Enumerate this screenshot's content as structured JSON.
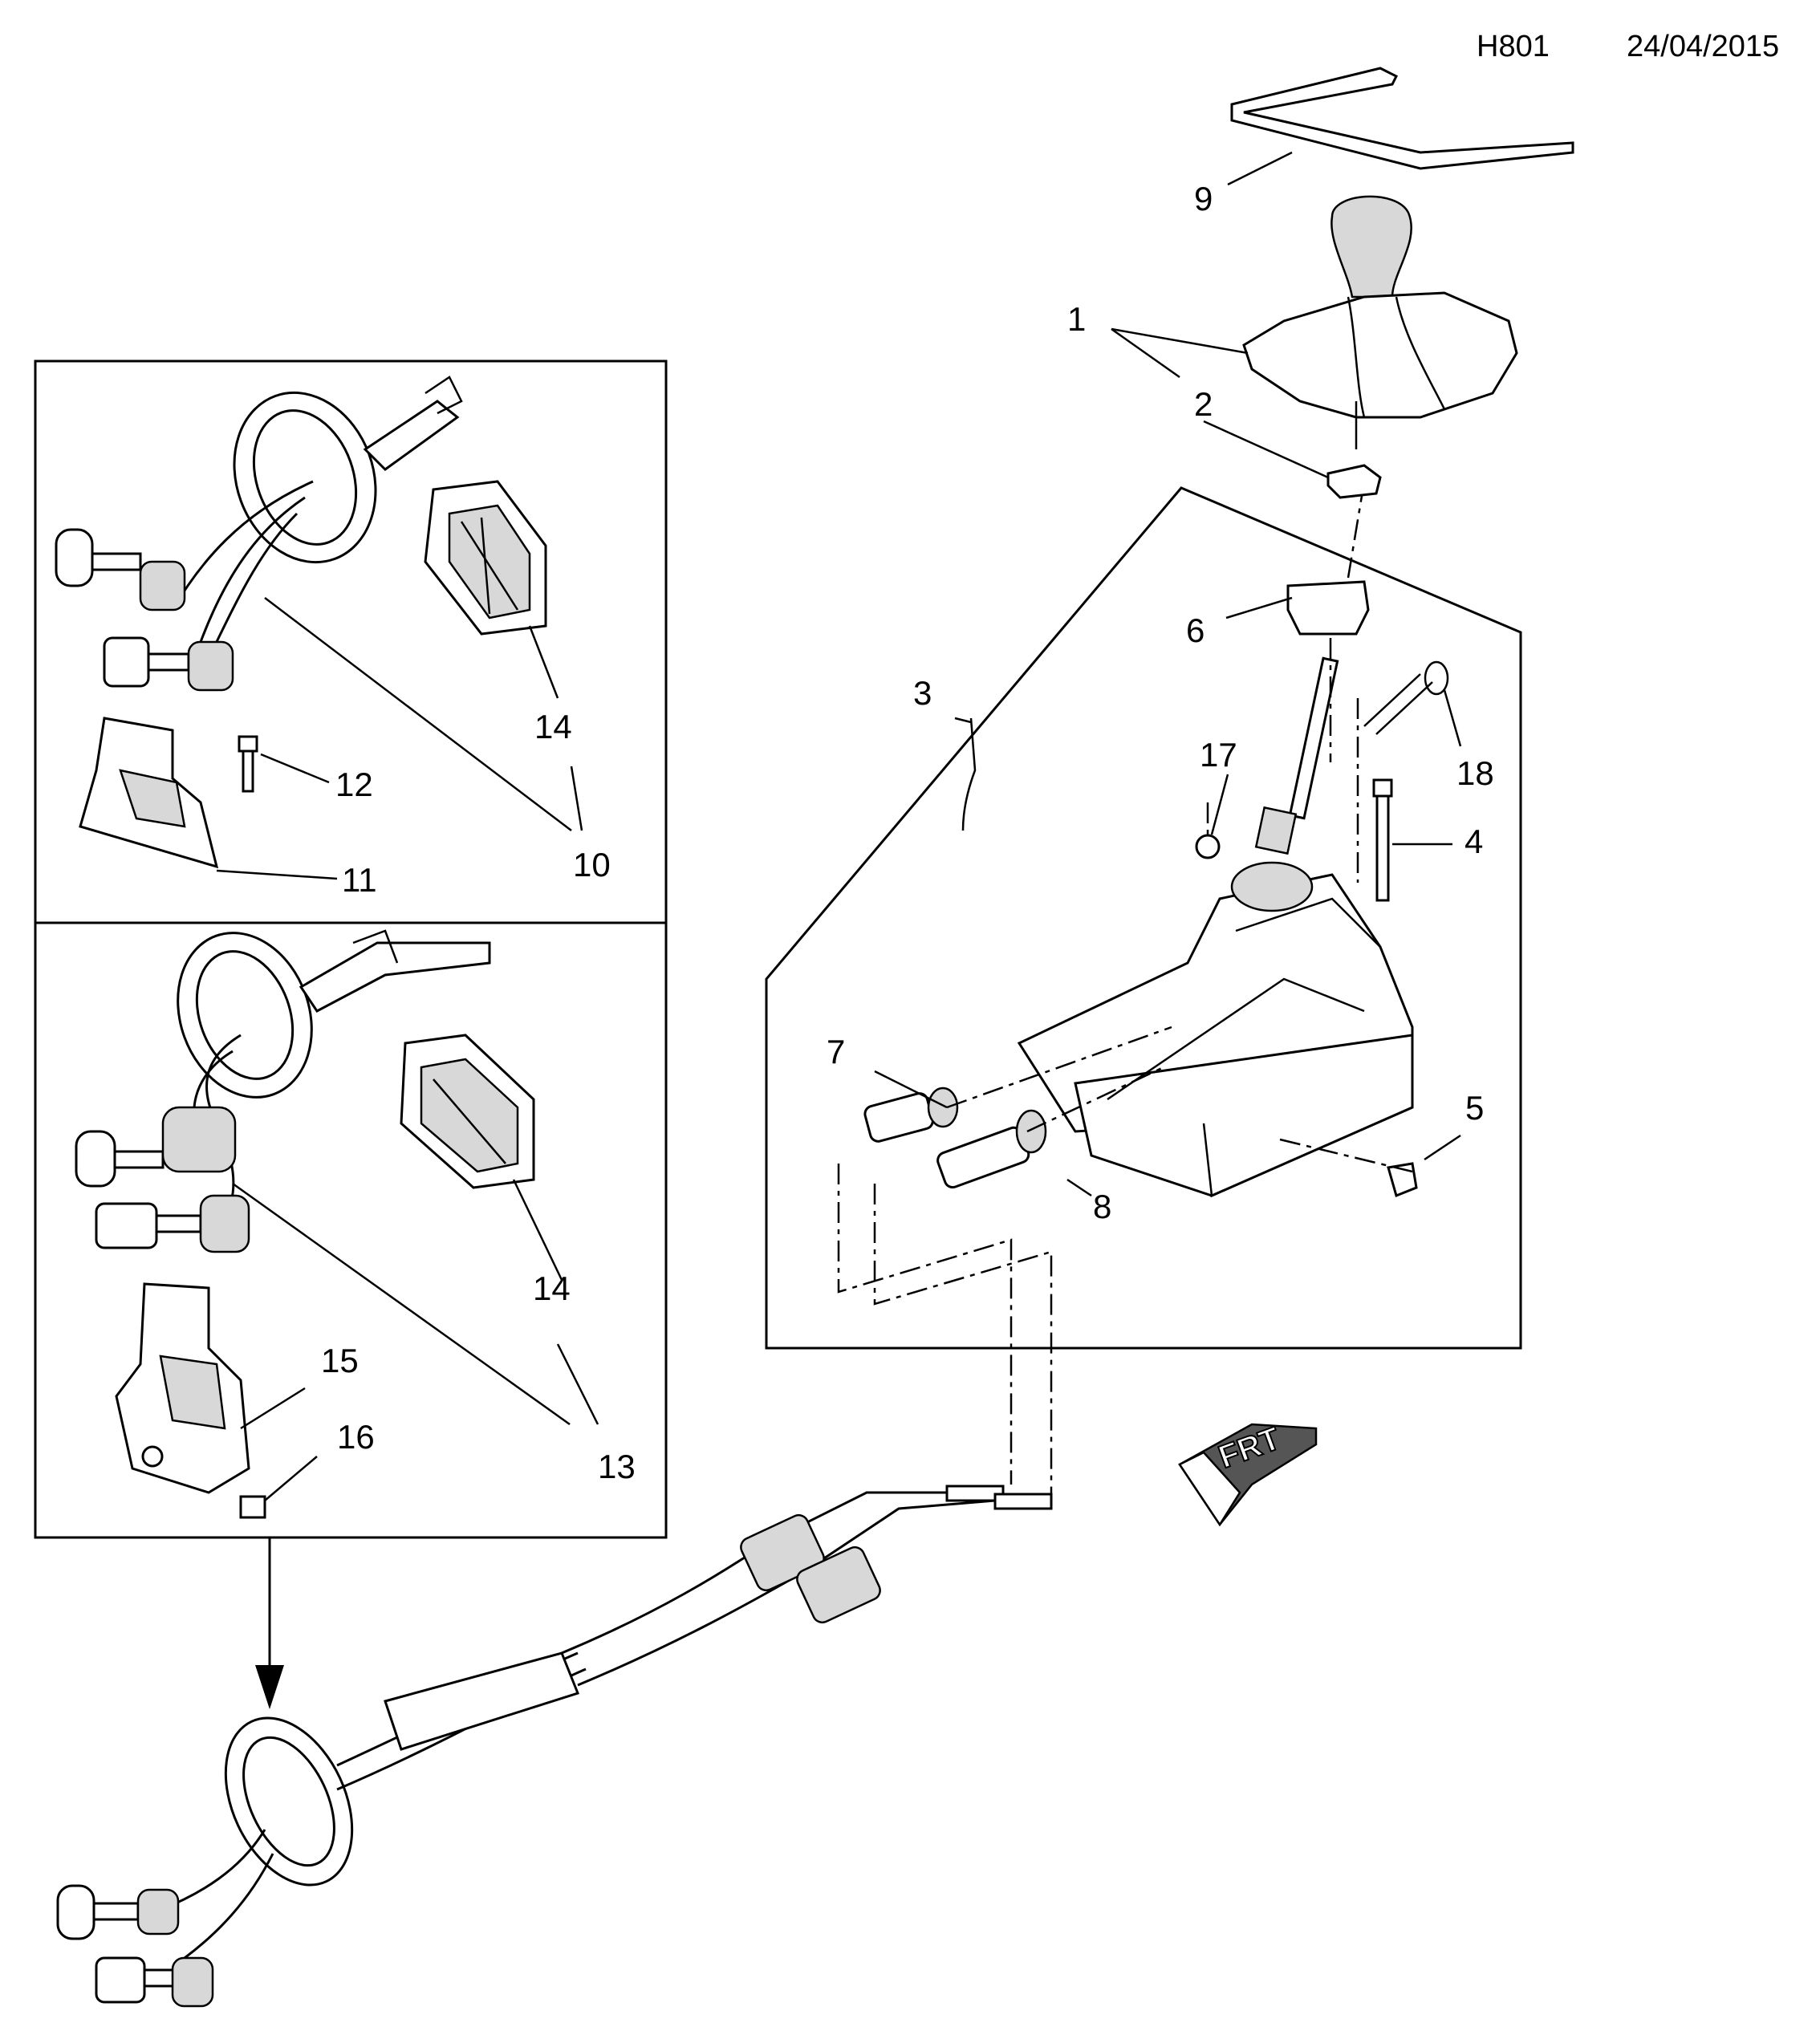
{
  "header": {
    "code": "H801",
    "date": "24/04/2015"
  },
  "callouts": {
    "c1": "1",
    "c2": "2",
    "c3": "3",
    "c4": "4",
    "c5": "5",
    "c6": "6",
    "c7": "7",
    "c8": "8",
    "c9": "9",
    "c10": "10",
    "c11": "11",
    "c12": "12",
    "c13": "13",
    "c14a": "14",
    "c14b": "14",
    "c15": "15",
    "c16": "16",
    "c17": "17",
    "c18": "18"
  },
  "direction_marker": {
    "label": "FRT",
    "icon": "front-direction-arrow-icon"
  }
}
